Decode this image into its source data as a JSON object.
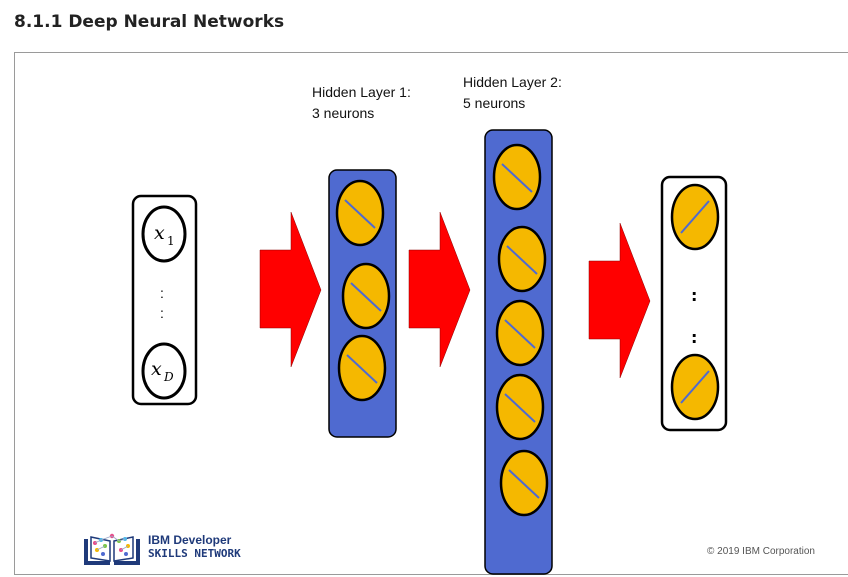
{
  "section": {
    "title": "8.1.1 Deep Neural Networks"
  },
  "diagram": {
    "input_layer": {
      "top_symbol": "x",
      "top_subscript": "1",
      "bottom_symbol": "x",
      "bottom_subscript": "D",
      "ellipsis_dot": ":"
    },
    "hidden_layer_1": {
      "line1": "Hidden Layer  1:",
      "line2": "3 neurons",
      "neurons": 3
    },
    "hidden_layer_2": {
      "line1": "Hidden Layer  2:",
      "line2": "5 neurons",
      "neurons": 5
    },
    "output_layer": {
      "visible_neurons": 2,
      "ellipsis_dot": ":"
    },
    "colors": {
      "neuron_fill": "#f5b800",
      "layer_fill": "#4f6ad0",
      "arrow_fill": "#ff0000",
      "activation_line": "#4f6ad0"
    }
  },
  "branding": {
    "logo_line1": "IBM Developer",
    "logo_line2": "SKILLS NETWORK",
    "copyright": "© 2019 IBM Corporation"
  }
}
